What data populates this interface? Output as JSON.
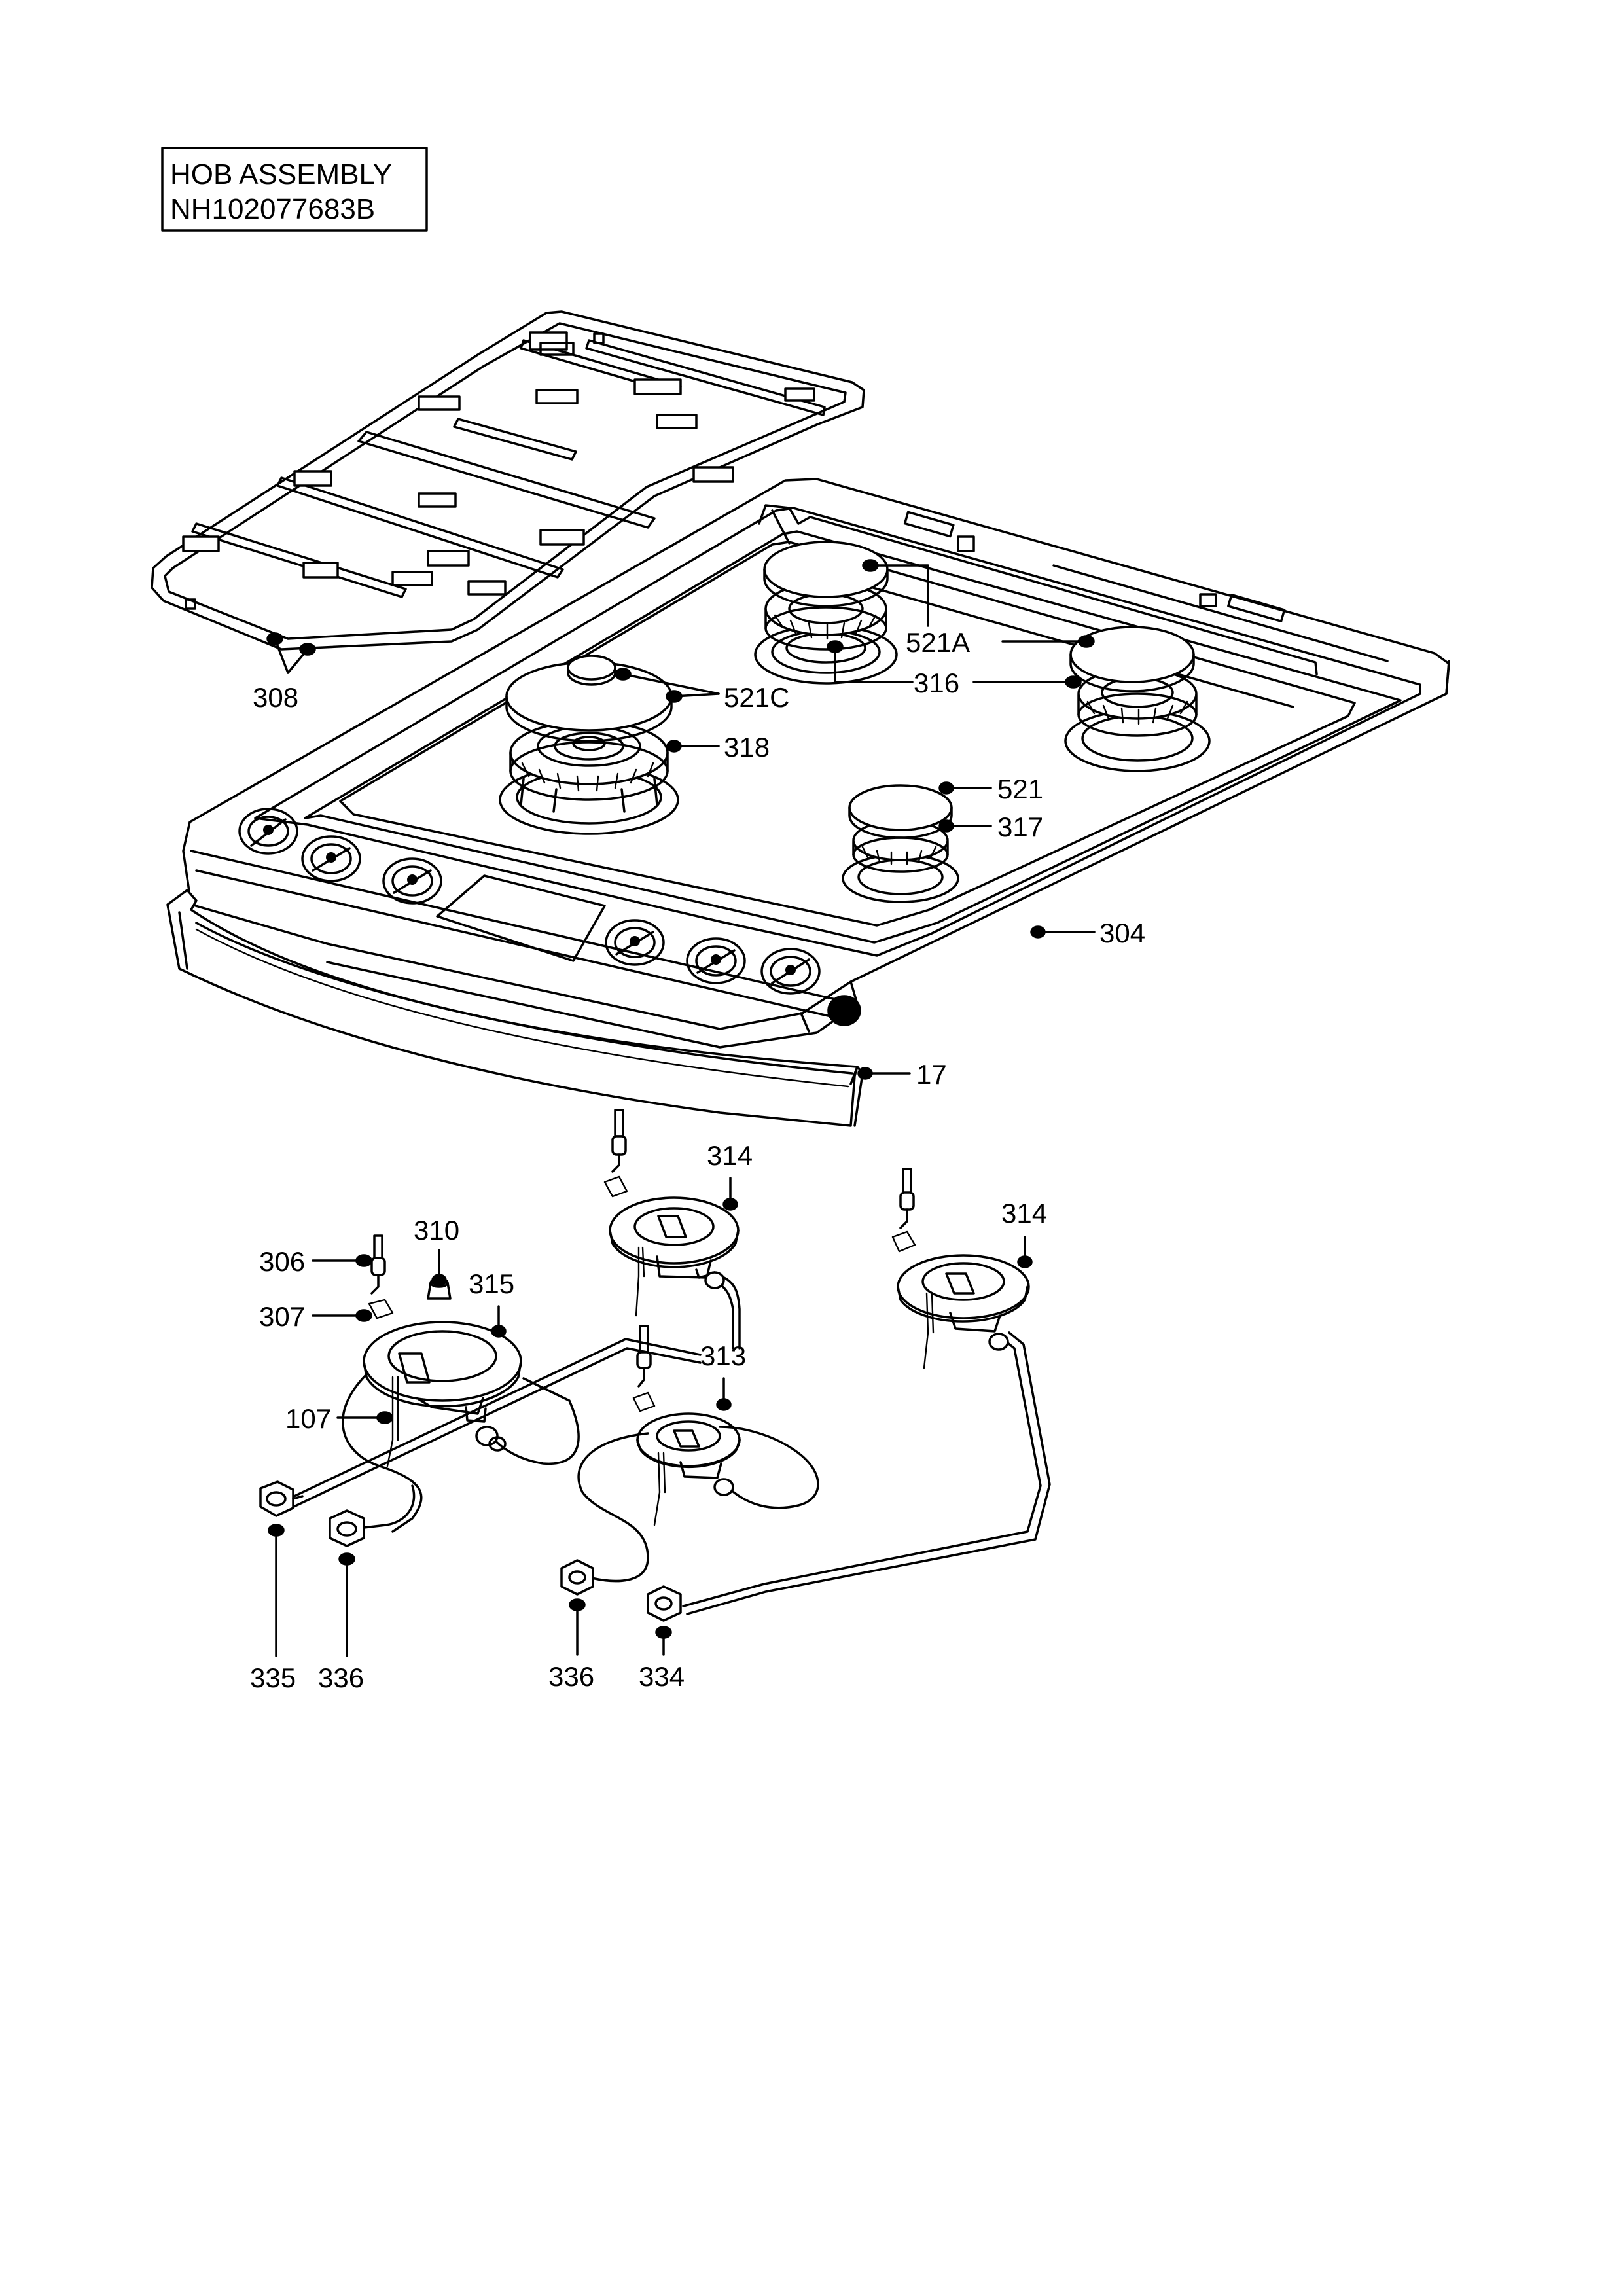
{
  "title_box": {
    "line1": "HOB ASSEMBLY",
    "line2": "NH102077683B"
  },
  "callouts": {
    "p308": "308",
    "p521c": "521C",
    "p318": "318",
    "p521a": "521A",
    "p316": "316",
    "p521": "521",
    "p317": "317",
    "p304": "304",
    "p17": "17",
    "p314a": "314",
    "p314b": "314",
    "p306": "306",
    "p310": "310",
    "p315": "315",
    "p307": "307",
    "p313": "313",
    "p107": "107",
    "p335": "335",
    "p336a": "336",
    "p336b": "336",
    "p334": "334"
  }
}
